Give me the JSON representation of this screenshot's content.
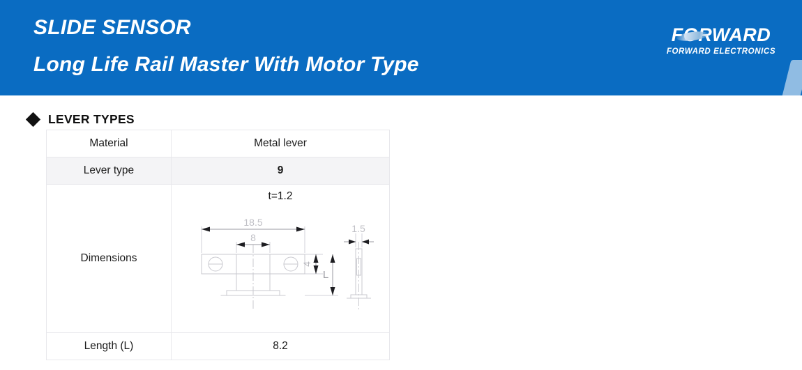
{
  "header": {
    "title_main": "SLIDE SENSOR",
    "title_sub": "Long Life Rail Master With Motor Type",
    "background_color": "#0a6cc2",
    "text_color": "#ffffff",
    "logo": {
      "wordmark": "FORWARD",
      "tagline": "FORWARD ELECTRONICS"
    }
  },
  "section": {
    "bullet_icon": "diamond-bullet-icon",
    "heading": "LEVER TYPES"
  },
  "table": {
    "rows": [
      {
        "label": "Material",
        "value": "Metal lever"
      },
      {
        "label": "Lever type",
        "value": "9"
      },
      {
        "label": "Dimensions",
        "value": ""
      },
      {
        "label": "Length (L)",
        "value": "8.2"
      }
    ],
    "shaded_row_color": "#f4f4f6",
    "border_color": "#e8e8ec"
  },
  "drawing": {
    "thickness_note": "t=1.2",
    "dim_overall_width": "18.5",
    "dim_inner_width": "8",
    "dim_height": "4",
    "dim_length_symbol": "L",
    "dim_side_width": "1.5"
  }
}
